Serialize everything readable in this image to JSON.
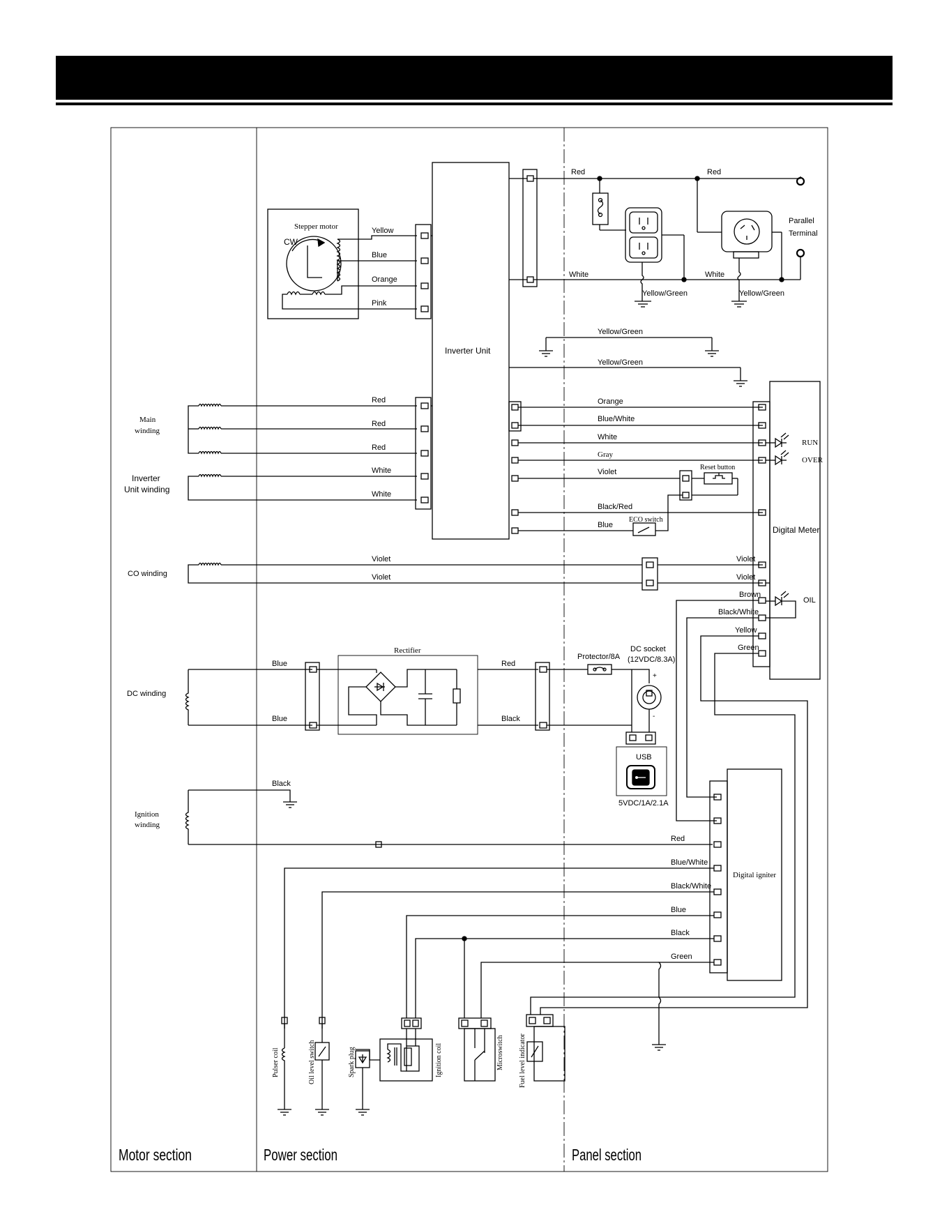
{
  "sections": {
    "motor": "Motor section",
    "power": "Power section",
    "panel": "Panel section"
  },
  "components": {
    "stepper_motor": "Stepper motor",
    "cw": "CW",
    "inverter_unit": "Inverter Unit",
    "digital_meter": "Digital Meter",
    "digital_igniter": "Digital igniter",
    "rectifier": "Rectifier",
    "protector": "Protector/8A",
    "dc_socket_1": "DC socket",
    "dc_socket_2": "(12VDC/8.3A)",
    "usb": "USB",
    "usb_rating": "5VDC/1A/2.1A",
    "parallel_terminal_1": "Parallel",
    "parallel_terminal_2": "Terminal",
    "reset_button": "Reset button",
    "eco_switch": "ECO switch",
    "run": "RUN",
    "over": "OVER",
    "oil": "OIL",
    "plus": "+",
    "minus": "-"
  },
  "windings": {
    "main_1": "Main",
    "main_2": "winding",
    "inverter_1": "Inverter",
    "inverter_2": "Unit winding",
    "co": "CO winding",
    "dc": "DC winding",
    "ign_1": "Ignition",
    "ign_2": "winding"
  },
  "bottom_parts": {
    "pulser": "Pulser coil",
    "oil_switch": "Oil level switch",
    "spark": "Spark plug",
    "ign_coil": "Ignition coil",
    "micro": "Microswitch",
    "fuel": "Fuel level indicator"
  },
  "wires": {
    "stepper": [
      "Yellow",
      "Blue",
      "Orange",
      "Pink"
    ],
    "winding": [
      "Red",
      "Red",
      "Red",
      "White",
      "White"
    ],
    "top_red_1": "Red",
    "top_red_2": "Red",
    "top_white_1": "White",
    "top_white_2": "White",
    "yg_1": "Yellow/Green",
    "yg_2": "Yellow/Green",
    "yg_3": "Yellow/Green",
    "yg_4": "Yellow/Green",
    "meter": [
      "Orange",
      "Blue/White",
      "White",
      "Gray",
      "Violet",
      "Black/Red",
      "Blue"
    ],
    "co_left": [
      "Violet",
      "Violet"
    ],
    "co_right": [
      "Violet",
      "Violet"
    ],
    "oil_side": [
      "Brown",
      "Black/White",
      "Yellow",
      "Green"
    ],
    "dc_left": [
      "Blue",
      "Blue"
    ],
    "dc_right": [
      "Red",
      "Black"
    ],
    "ign_black": "Black",
    "igniter": [
      "Red",
      "Blue/White",
      "Black/White",
      "Blue",
      "Black",
      "Green"
    ]
  },
  "colors": {
    "line": "#000000",
    "background": "#ffffff",
    "header_bar": "#000000"
  }
}
